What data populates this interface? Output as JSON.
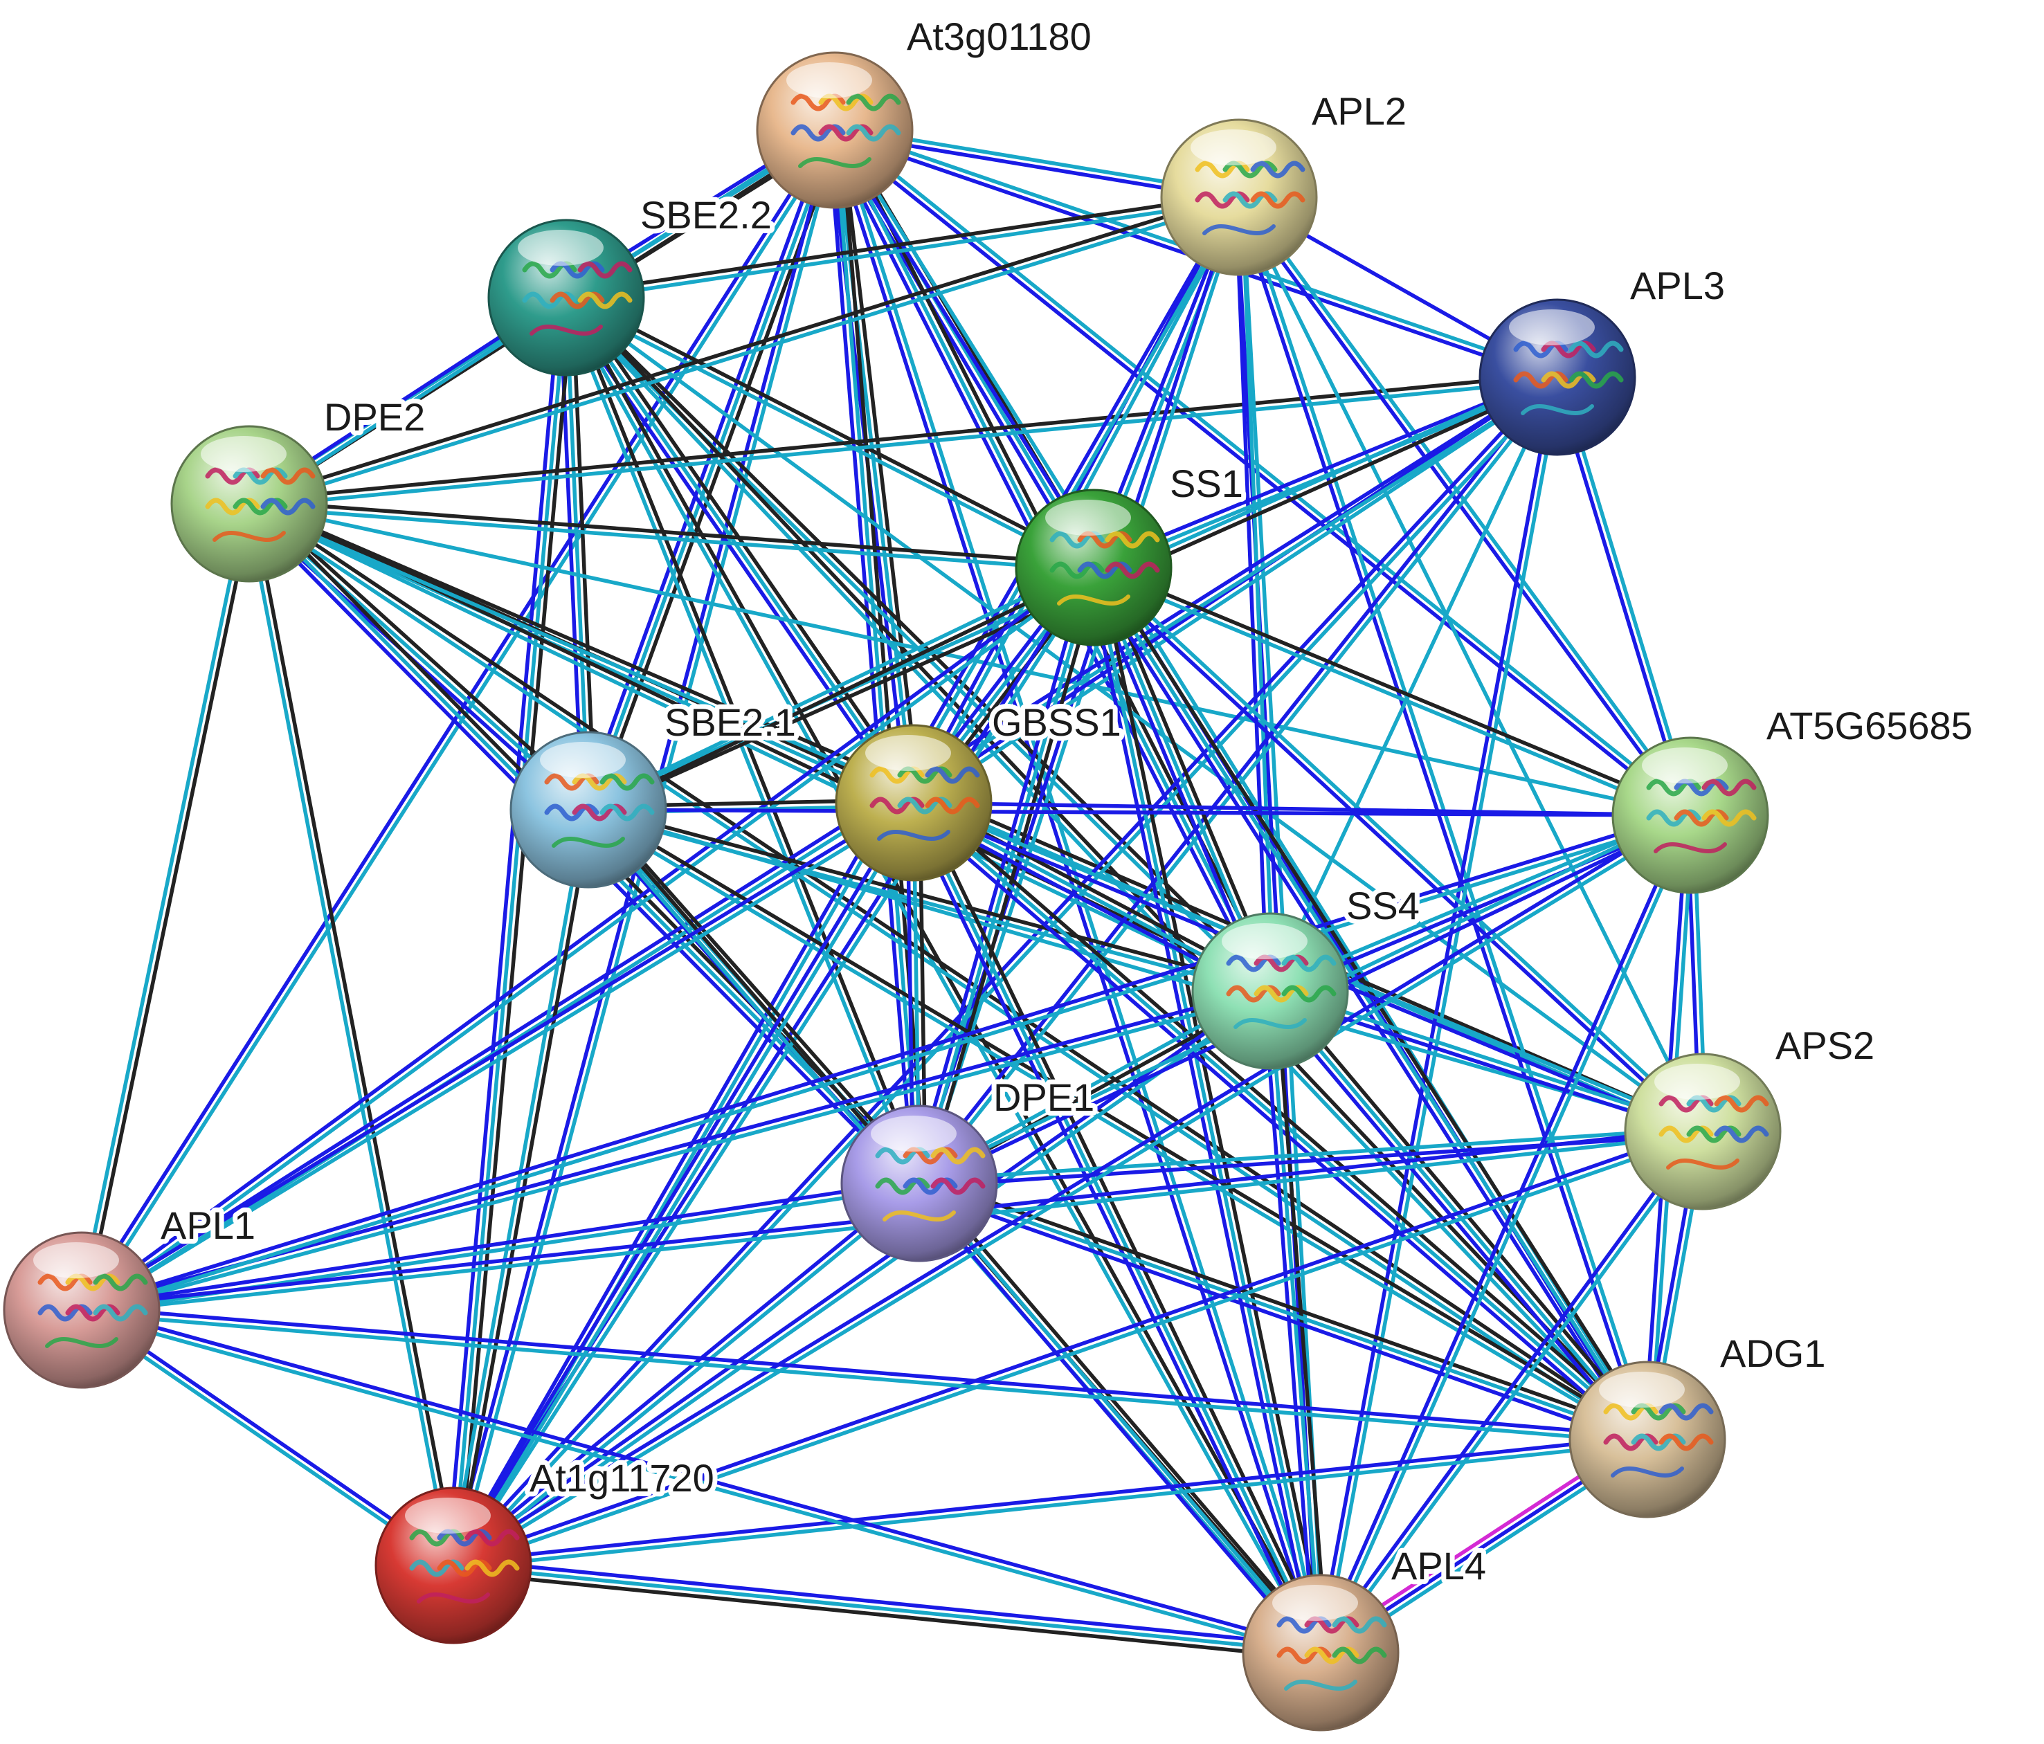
{
  "network": {
    "colors": {
      "textmining": "#222222",
      "coexpression": "#18a8c8",
      "database": "#1a1ae6",
      "experimental": "#d42ad4",
      "label": "#1a1a1a"
    },
    "nodes": [
      {
        "id": "At3g01180",
        "label": "At3g01180",
        "color": "#e8b98f",
        "icon": "protein-structure-icon"
      },
      {
        "id": "APL2",
        "label": "APL2",
        "color": "#e6dc9e",
        "icon": "protein-structure-icon"
      },
      {
        "id": "SBE2.2",
        "label": "SBE2.2",
        "color": "#2f9c8c",
        "icon": "protein-structure-icon"
      },
      {
        "id": "APL3",
        "label": "APL3",
        "color": "#3a4fa0",
        "icon": "protein-structure-icon"
      },
      {
        "id": "DPE2",
        "label": "DPE2",
        "color": "#a8d48a",
        "icon": "protein-structure-icon"
      },
      {
        "id": "SS1",
        "label": "SS1",
        "color": "#3aa23a",
        "icon": "protein-structure-icon"
      },
      {
        "id": "SBE2.1",
        "label": "SBE2.1",
        "color": "#8cc4e0",
        "icon": "protein-structure-icon"
      },
      {
        "id": "GBSS1",
        "label": "GBSS1",
        "color": "#bdb050",
        "icon": "protein-structure-icon"
      },
      {
        "id": "AT5G65685",
        "label": "AT5G65685",
        "color": "#a8d88a",
        "icon": "protein-structure-icon"
      },
      {
        "id": "SS4",
        "label": "SS4",
        "color": "#8ee0b4",
        "icon": "protein-structure-icon"
      },
      {
        "id": "APS2",
        "label": "APS2",
        "color": "#cfe0a0",
        "icon": "protein-structure-icon"
      },
      {
        "id": "DPE1",
        "label": "DPE1",
        "color": "#a89ce8",
        "icon": "protein-structure-icon"
      },
      {
        "id": "APL1",
        "label": "APL1",
        "color": "#d89c98",
        "icon": "protein-structure-icon"
      },
      {
        "id": "ADG1",
        "label": "ADG1",
        "color": "#d8c09a",
        "icon": "protein-structure-icon"
      },
      {
        "id": "At1g11720",
        "label": "At1g11720",
        "color": "#d83a34",
        "icon": "protein-structure-icon"
      },
      {
        "id": "APL4",
        "label": "APL4",
        "color": "#d8b08e",
        "icon": "protein-structure-icon"
      }
    ],
    "edges": [
      {
        "source": "At3g01180",
        "target": "SBE2.2",
        "types": [
          "textmining",
          "coexpression",
          "database"
        ]
      },
      {
        "source": "At3g01180",
        "target": "APL2",
        "types": [
          "coexpression",
          "database"
        ]
      },
      {
        "source": "At3g01180",
        "target": "SS1",
        "types": [
          "textmining",
          "coexpression",
          "database"
        ]
      },
      {
        "source": "At3g01180",
        "target": "GBSS1",
        "types": [
          "textmining",
          "coexpression",
          "database"
        ]
      },
      {
        "source": "At3g01180",
        "target": "SBE2.1",
        "types": [
          "textmining",
          "coexpression",
          "database"
        ]
      },
      {
        "source": "At3g01180",
        "target": "DPE1",
        "types": [
          "textmining",
          "coexpression",
          "database"
        ]
      },
      {
        "source": "At3g01180",
        "target": "SS4",
        "types": [
          "textmining",
          "coexpression",
          "database"
        ]
      },
      {
        "source": "At3g01180",
        "target": "APL3",
        "types": [
          "coexpression",
          "database"
        ]
      },
      {
        "source": "At3g01180",
        "target": "At1g11720",
        "types": [
          "coexpression",
          "database"
        ]
      },
      {
        "source": "At3g01180",
        "target": "DPE2",
        "types": [
          "textmining",
          "coexpression"
        ]
      },
      {
        "source": "At3g01180",
        "target": "ADG1",
        "types": [
          "coexpression",
          "database"
        ]
      },
      {
        "source": "At3g01180",
        "target": "APL4",
        "types": [
          "coexpression",
          "database"
        ]
      },
      {
        "source": "At3g01180",
        "target": "AT5G65685",
        "types": [
          "coexpression",
          "database"
        ]
      },
      {
        "source": "At3g01180",
        "target": "APL1",
        "types": [
          "coexpression",
          "database"
        ]
      },
      {
        "source": "SBE2.2",
        "target": "DPE2",
        "types": [
          "coexpression",
          "database"
        ]
      },
      {
        "source": "SBE2.2",
        "target": "SBE2.1",
        "types": [
          "textmining",
          "coexpression",
          "database"
        ]
      },
      {
        "source": "SBE2.2",
        "target": "SS1",
        "types": [
          "textmining",
          "coexpression"
        ]
      },
      {
        "source": "SBE2.2",
        "target": "GBSS1",
        "types": [
          "textmining",
          "coexpression",
          "database"
        ]
      },
      {
        "source": "SBE2.2",
        "target": "SS4",
        "types": [
          "textmining",
          "coexpression"
        ]
      },
      {
        "source": "SBE2.2",
        "target": "DPE1",
        "types": [
          "textmining",
          "coexpression"
        ]
      },
      {
        "source": "SBE2.2",
        "target": "APL2",
        "types": [
          "textmining",
          "coexpression"
        ]
      },
      {
        "source": "SBE2.2",
        "target": "At1g11720",
        "types": [
          "textmining",
          "coexpression",
          "database"
        ]
      },
      {
        "source": "SBE2.2",
        "target": "ADG1",
        "types": [
          "textmining",
          "coexpression"
        ]
      },
      {
        "source": "SBE2.2",
        "target": "APL4",
        "types": [
          "textmining",
          "coexpression"
        ]
      },
      {
        "source": "SBE2.2",
        "target": "APS2",
        "types": [
          "coexpression"
        ]
      },
      {
        "source": "DPE2",
        "target": "SS1",
        "types": [
          "textmining",
          "coexpression"
        ]
      },
      {
        "source": "DPE2",
        "target": "SBE2.1",
        "types": [
          "textmining",
          "coexpression",
          "database"
        ]
      },
      {
        "source": "DPE2",
        "target": "GBSS1",
        "types": [
          "textmining",
          "coexpression"
        ]
      },
      {
        "source": "DPE2",
        "target": "APL3",
        "types": [
          "textmining",
          "coexpression"
        ]
      },
      {
        "source": "DPE2",
        "target": "APL2",
        "types": [
          "textmining",
          "coexpression"
        ]
      },
      {
        "source": "DPE2",
        "target": "DPE1",
        "types": [
          "textmining",
          "coexpression",
          "database"
        ]
      },
      {
        "source": "DPE2",
        "target": "SS4",
        "types": [
          "textmining",
          "coexpression"
        ]
      },
      {
        "source": "DPE2",
        "target": "APL1",
        "types": [
          "textmining",
          "coexpression"
        ]
      },
      {
        "source": "DPE2",
        "target": "At1g11720",
        "types": [
          "textmining",
          "coexpression"
        ]
      },
      {
        "source": "DPE2",
        "target": "APS2",
        "types": [
          "textmining",
          "coexpression"
        ]
      },
      {
        "source": "DPE2",
        "target": "ADG1",
        "types": [
          "textmining",
          "coexpression"
        ]
      },
      {
        "source": "DPE2",
        "target": "AT5G65685",
        "types": [
          "coexpression"
        ]
      },
      {
        "source": "APL2",
        "target": "SS1",
        "types": [
          "coexpression",
          "database"
        ]
      },
      {
        "source": "APL2",
        "target": "GBSS1",
        "types": [
          "coexpression",
          "database"
        ]
      },
      {
        "source": "APL2",
        "target": "DPE1",
        "types": [
          "coexpression",
          "database"
        ]
      },
      {
        "source": "APL2",
        "target": "At1g11720",
        "types": [
          "coexpression",
          "database"
        ]
      },
      {
        "source": "APL2",
        "target": "APL4",
        "types": [
          "coexpression",
          "database"
        ]
      },
      {
        "source": "APL2",
        "target": "ADG1",
        "types": [
          "coexpression",
          "database"
        ]
      },
      {
        "source": "APL2",
        "target": "AT5G65685",
        "types": [
          "coexpression",
          "database"
        ]
      },
      {
        "source": "APL2",
        "target": "SS4",
        "types": [
          "coexpression",
          "database"
        ]
      },
      {
        "source": "APL2",
        "target": "APL3",
        "types": [
          "database"
        ]
      },
      {
        "source": "APL2",
        "target": "APS2",
        "types": [
          "coexpression"
        ]
      },
      {
        "source": "APL3",
        "target": "SS1",
        "types": [
          "coexpression",
          "database"
        ]
      },
      {
        "source": "APL3",
        "target": "GBSS1",
        "types": [
          "coexpression",
          "database"
        ]
      },
      {
        "source": "APL3",
        "target": "SBE2.1",
        "types": [
          "textmining",
          "coexpression"
        ]
      },
      {
        "source": "APL3",
        "target": "DPE1",
        "types": [
          "coexpression",
          "database"
        ]
      },
      {
        "source": "APL3",
        "target": "AT5G65685",
        "types": [
          "coexpression",
          "database"
        ]
      },
      {
        "source": "APL3",
        "target": "At1g11720",
        "types": [
          "coexpression",
          "database"
        ]
      },
      {
        "source": "APL3",
        "target": "APL4",
        "types": [
          "coexpression",
          "database"
        ]
      },
      {
        "source": "APL3",
        "target": "APL1",
        "types": [
          "coexpression",
          "database"
        ]
      },
      {
        "source": "APL3",
        "target": "SS4",
        "types": [
          "coexpression"
        ]
      },
      {
        "source": "SS1",
        "target": "GBSS1",
        "types": [
          "textmining",
          "coexpression",
          "database"
        ]
      },
      {
        "source": "SS1",
        "target": "SBE2.1",
        "types": [
          "textmining",
          "coexpression"
        ]
      },
      {
        "source": "SS1",
        "target": "DPE1",
        "types": [
          "textmining",
          "coexpression",
          "database"
        ]
      },
      {
        "source": "SS1",
        "target": "SS4",
        "types": [
          "textmining",
          "coexpression",
          "database"
        ]
      },
      {
        "source": "SS1",
        "target": "APL1",
        "types": [
          "coexpression",
          "database"
        ]
      },
      {
        "source": "SS1",
        "target": "At1g11720",
        "types": [
          "coexpression",
          "database"
        ]
      },
      {
        "source": "SS1",
        "target": "ADG1",
        "types": [
          "textmining",
          "coexpression",
          "database"
        ]
      },
      {
        "source": "SS1",
        "target": "APL4",
        "types": [
          "textmining",
          "coexpression",
          "database"
        ]
      },
      {
        "source": "SS1",
        "target": "AT5G65685",
        "types": [
          "textmining",
          "coexpression"
        ]
      },
      {
        "source": "SS1",
        "target": "APS2",
        "types": [
          "coexpression",
          "database"
        ]
      },
      {
        "source": "SBE2.1",
        "target": "GBSS1",
        "types": [
          "textmining",
          "coexpression"
        ]
      },
      {
        "source": "SBE2.1",
        "target": "DPE1",
        "types": [
          "textmining",
          "coexpression",
          "database"
        ]
      },
      {
        "source": "SBE2.1",
        "target": "SS4",
        "types": [
          "textmining",
          "coexpression"
        ]
      },
      {
        "source": "SBE2.1",
        "target": "At1g11720",
        "types": [
          "textmining",
          "coexpression"
        ]
      },
      {
        "source": "SBE2.1",
        "target": "APL4",
        "types": [
          "textmining",
          "coexpression"
        ]
      },
      {
        "source": "SBE2.1",
        "target": "ADG1",
        "types": [
          "textmining",
          "coexpression"
        ]
      },
      {
        "source": "SBE2.1",
        "target": "AT5G65685",
        "types": [
          "database"
        ]
      },
      {
        "source": "SBE2.1",
        "target": "APS2",
        "types": [
          "coexpression"
        ]
      },
      {
        "source": "GBSS1",
        "target": "DPE1",
        "types": [
          "textmining",
          "coexpression",
          "database"
        ]
      },
      {
        "source": "GBSS1",
        "target": "SS4",
        "types": [
          "textmining",
          "coexpression",
          "database"
        ]
      },
      {
        "source": "GBSS1",
        "target": "APL1",
        "types": [
          "coexpression",
          "database"
        ]
      },
      {
        "source": "GBSS1",
        "target": "At1g11720",
        "types": [
          "coexpression",
          "database"
        ]
      },
      {
        "source": "GBSS1",
        "target": "ADG1",
        "types": [
          "textmining",
          "coexpression",
          "database"
        ]
      },
      {
        "source": "GBSS1",
        "target": "APL4",
        "types": [
          "textmining",
          "coexpression",
          "database"
        ]
      },
      {
        "source": "GBSS1",
        "target": "APS2",
        "types": [
          "coexpression",
          "database"
        ]
      },
      {
        "source": "GBSS1",
        "target": "AT5G65685",
        "types": [
          "database"
        ]
      },
      {
        "source": "SS4",
        "target": "DPE1",
        "types": [
          "textmining",
          "coexpression"
        ]
      },
      {
        "source": "SS4",
        "target": "AT5G65685",
        "types": [
          "coexpression",
          "database"
        ]
      },
      {
        "source": "SS4",
        "target": "APS2",
        "types": [
          "coexpression",
          "database"
        ]
      },
      {
        "source": "SS4",
        "target": "ADG1",
        "types": [
          "textmining",
          "coexpression",
          "database"
        ]
      },
      {
        "source": "SS4",
        "target": "APL4",
        "types": [
          "textmining",
          "coexpression",
          "database"
        ]
      },
      {
        "source": "SS4",
        "target": "APL1",
        "types": [
          "coexpression",
          "database"
        ]
      },
      {
        "source": "SS4",
        "target": "At1g11720",
        "types": [
          "coexpression",
          "database"
        ]
      },
      {
        "source": "DPE1",
        "target": "APL1",
        "types": [
          "coexpression",
          "database"
        ]
      },
      {
        "source": "DPE1",
        "target": "At1g11720",
        "types": [
          "coexpression",
          "database"
        ]
      },
      {
        "source": "DPE1",
        "target": "APL4",
        "types": [
          "textmining",
          "coexpression",
          "database"
        ]
      },
      {
        "source": "DPE1",
        "target": "ADG1",
        "types": [
          "textmining",
          "coexpression",
          "database"
        ]
      },
      {
        "source": "DPE1",
        "target": "APS2",
        "types": [
          "coexpression",
          "database"
        ]
      },
      {
        "source": "DPE1",
        "target": "AT5G65685",
        "types": [
          "coexpression",
          "database"
        ]
      },
      {
        "source": "AT5G65685",
        "target": "APS2",
        "types": [
          "coexpression",
          "database"
        ]
      },
      {
        "source": "AT5G65685",
        "target": "ADG1",
        "types": [
          "coexpression",
          "database"
        ]
      },
      {
        "source": "AT5G65685",
        "target": "APL4",
        "types": [
          "coexpression",
          "database"
        ]
      },
      {
        "source": "AT5G65685",
        "target": "APL1",
        "types": [
          "coexpression",
          "database"
        ]
      },
      {
        "source": "AT5G65685",
        "target": "At1g11720",
        "types": [
          "coexpression",
          "database"
        ]
      },
      {
        "source": "APS2",
        "target": "ADG1",
        "types": [
          "coexpression",
          "database"
        ]
      },
      {
        "source": "APS2",
        "target": "APL4",
        "types": [
          "coexpression",
          "database"
        ]
      },
      {
        "source": "APS2",
        "target": "APL1",
        "types": [
          "coexpression",
          "database"
        ]
      },
      {
        "source": "APS2",
        "target": "At1g11720",
        "types": [
          "coexpression",
          "database"
        ]
      },
      {
        "source": "ADG1",
        "target": "APL4",
        "types": [
          "coexpression",
          "database",
          "experimental"
        ]
      },
      {
        "source": "ADG1",
        "target": "At1g11720",
        "types": [
          "coexpression",
          "database"
        ]
      },
      {
        "source": "ADG1",
        "target": "APL1",
        "types": [
          "coexpression",
          "database"
        ]
      },
      {
        "source": "APL4",
        "target": "At1g11720",
        "types": [
          "textmining",
          "coexpression",
          "database"
        ]
      },
      {
        "source": "APL4",
        "target": "APL1",
        "types": [
          "coexpression",
          "database"
        ]
      },
      {
        "source": "At1g11720",
        "target": "APL1",
        "types": [
          "coexpression",
          "database"
        ]
      }
    ]
  }
}
